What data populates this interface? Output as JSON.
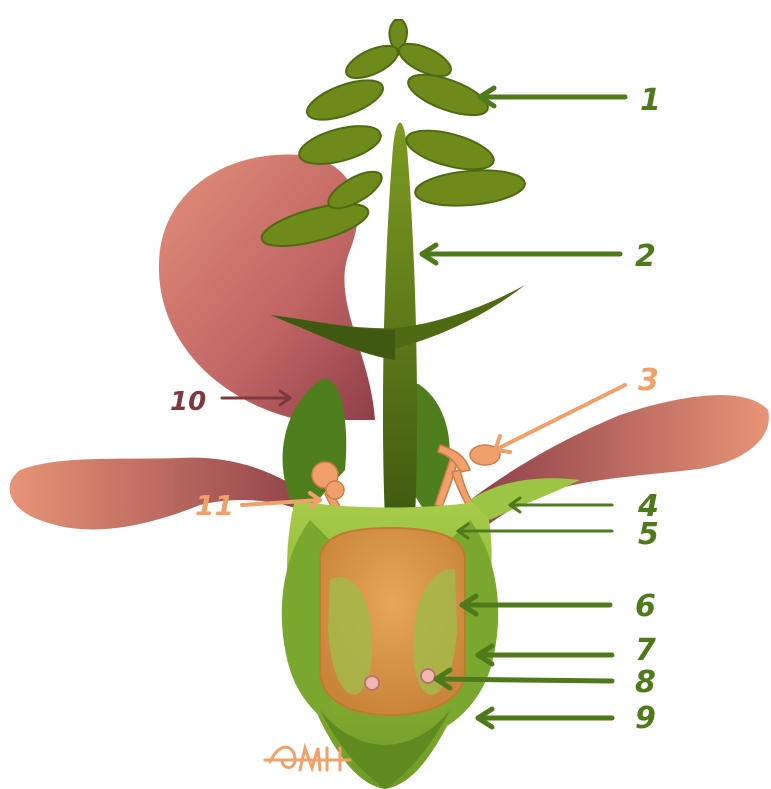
{
  "labels": {
    "l1": "1",
    "l2": "2",
    "l3": "3",
    "l4": "4",
    "l5": "5",
    "l6": "6",
    "l7": "7",
    "l8": "8",
    "l9": "9",
    "l10": "10",
    "l11": "11"
  },
  "colors": {
    "green_label": "#4f7a1b",
    "orange_label": "#f0a06a",
    "maroon_label": "#7d3a3e",
    "stem_dark": "#4e6a12",
    "stem_mid": "#6d8a1a",
    "petal": "#d97a6a",
    "petal_dark": "#9e4a4a",
    "ovary": "#d9984a",
    "bract": "#9cc445"
  },
  "signature": "AH"
}
